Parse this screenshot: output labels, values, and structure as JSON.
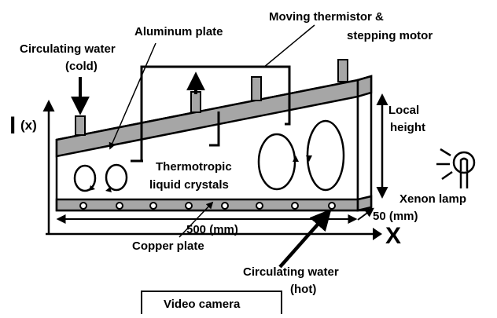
{
  "diagram": {
    "labels": {
      "circulating_water_cold_line1": "Circulating water",
      "circulating_water_cold_line2": "(cold)",
      "aluminum_plate": "Aluminum plate",
      "moving_thermistor_line1": "Moving thermistor &",
      "moving_thermistor_line2": "stepping motor",
      "liquid_crystals_line1": "Thermotropic",
      "liquid_crystals_line2": "liquid crystals",
      "local_height_line1": "Local",
      "local_height_line2": "height",
      "xenon_lamp": "Xenon lamp",
      "depth_dimension": "50 (mm)",
      "length_dimension": "500 (mm)",
      "copper_plate": "Copper plate",
      "circulating_water_hot_line1": "Circulating water",
      "circulating_water_hot_line2": "(hot)",
      "video_camera": "Video camera"
    },
    "axes": {
      "y_symbol": "l",
      "y_arg": "(x)",
      "x_symbol": "X"
    },
    "colors": {
      "plate_fill": "#a6a6a6",
      "line": "#000000",
      "background": "#ffffff"
    }
  }
}
